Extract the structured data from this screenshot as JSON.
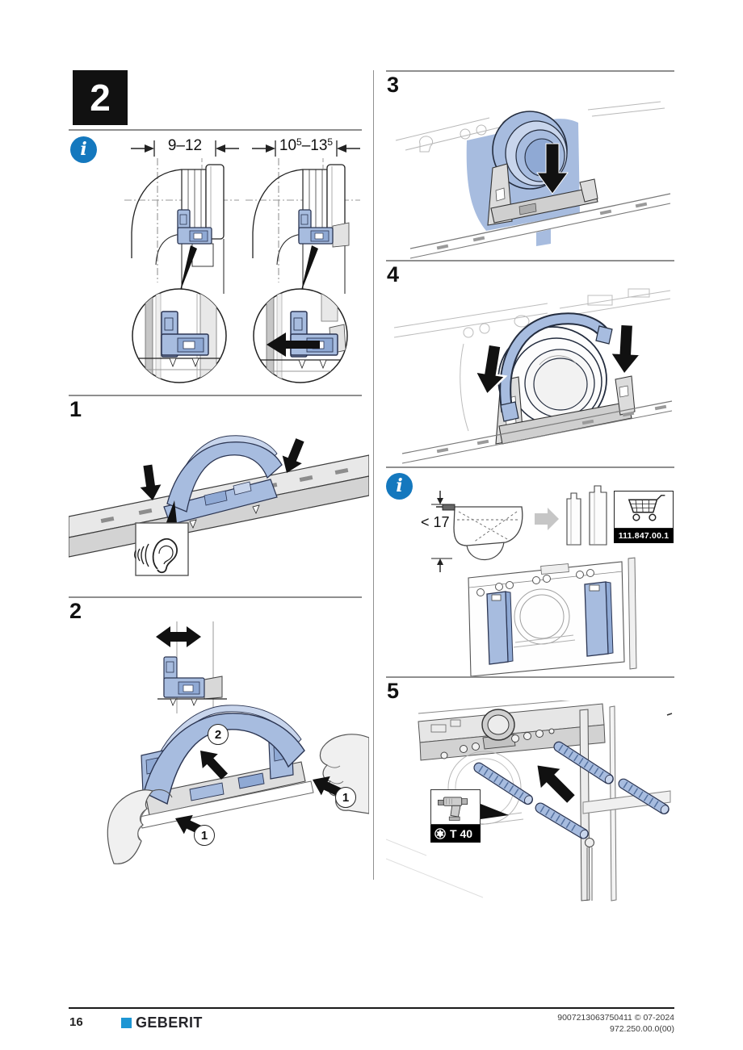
{
  "header": {
    "section_number": "2"
  },
  "colors": {
    "accent_blue": "#1478be",
    "brand_blue": "#1d96d4",
    "illustration_blue": "#a7bcdf",
    "illustration_blue_dark": "#8fa9d4",
    "illustration_blue_light": "#c8d5ec",
    "label_bar_bg": "#000000"
  },
  "icons": {
    "info_glyph": "i"
  },
  "dimensions": {
    "left_label": "9–12",
    "right_label_parts": {
      "p1": "10",
      "s1": "5",
      "p2": "–13",
      "s2": "5"
    }
  },
  "steps": {
    "s1": "1",
    "s2": "2",
    "s3": "3",
    "s4": "4",
    "s5": "5"
  },
  "callouts": {
    "c1": "1",
    "c2": "2"
  },
  "info_note": {
    "height_label": "< 17",
    "article_number": "111.847.00.1"
  },
  "tool_box": {
    "torx_label": "T 40"
  },
  "footer": {
    "page_number": "16",
    "brand": "GEBERIT",
    "doc_number": "9007213063750411 © 07-2024",
    "doc_version": "972.250.00.0(00)"
  }
}
